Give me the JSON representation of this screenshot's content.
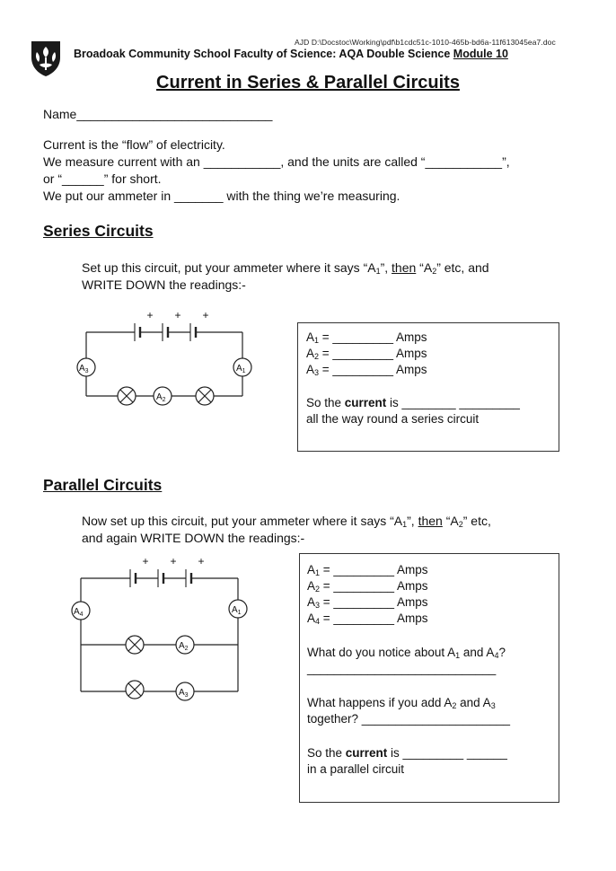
{
  "header": {
    "file_path": "AJD D:\\Docstoc\\Working\\pdf\\b1cdc51c-1010-465b-bd6a-11f613045ea7.doc",
    "school_text": "Broadoak Community School Faculty of Science: AQA Double Science",
    "module": "Module 10"
  },
  "title": "Current in Series & Parallel Circuits",
  "intro": {
    "name_line": "Name____________________________",
    "line1": "Current is the “flow” of electricity.",
    "line2": "We measure current with an ___________, and the units are called “___________”,",
    "line3": "or “______” for short.",
    "line4": "We put our ammeter in _______ with the thing we’re measuring."
  },
  "series": {
    "heading": "Series Circuits",
    "instr_1a": "Set up this circuit, put your ammeter where it says “A",
    "instr_1b": "”, ",
    "instr_then": "then",
    "instr_1c": " “A",
    "instr_1d": "” etc, and",
    "instr_2": "WRITE DOWN the readings:-",
    "sub1": "1",
    "sub2": "2",
    "box": {
      "readings": [
        {
          "letter": "A",
          "sub": "1",
          "text": " = _________ Amps"
        },
        {
          "letter": "A",
          "sub": "2",
          "text": " = _________ Amps"
        },
        {
          "letter": "A",
          "sub": "3",
          "text": " = _________ Amps"
        }
      ],
      "so_pre": "So the ",
      "so_bold": "current",
      "so_post": " is ________  _________",
      "so_line2": "all the way round a series circuit"
    },
    "meters": [
      {
        "letter": "A",
        "sub": "3"
      },
      {
        "letter": "A",
        "sub": "1"
      },
      {
        "letter": "A",
        "sub": "2"
      }
    ],
    "plus": "+"
  },
  "parallel": {
    "heading": "Parallel Circuits",
    "instr_1a": "Now set up this circuit, put your ammeter where it says “A",
    "instr_1b": "”, ",
    "instr_then": "then",
    "instr_1c": " “A",
    "instr_1d": "” etc,",
    "instr_2": "and again WRITE DOWN the readings:-",
    "sub1": "1",
    "sub2": "2",
    "box": {
      "readings": [
        {
          "letter": "A",
          "sub": "1",
          "text": " = _________ Amps"
        },
        {
          "letter": "A",
          "sub": "2",
          "text": " = _________ Amps"
        },
        {
          "letter": "A",
          "sub": "3",
          "text": " = _________ Amps"
        },
        {
          "letter": "A",
          "sub": "4",
          "text": " = _________ Amps"
        }
      ],
      "q1_pre": "What do you notice about A",
      "q1_sub1": "1",
      "q1_mid": " and A",
      "q1_sub2": "4",
      "q1_post": "?",
      "q1_line": "____________________________",
      "q2_pre": "What happens if you add A",
      "q2_sub1": "2",
      "q2_mid": " and A",
      "q2_sub2": "3",
      "q2_line2": "together? ______________________",
      "so_pre": "So the ",
      "so_bold": "current",
      "so_post": " is _________  ______",
      "so_line2": "in a parallel circuit"
    },
    "meters": [
      {
        "letter": "A",
        "sub": "4"
      },
      {
        "letter": "A",
        "sub": "1"
      },
      {
        "letter": "A",
        "sub": "2"
      },
      {
        "letter": "A",
        "sub": "3"
      }
    ],
    "plus": "+"
  }
}
